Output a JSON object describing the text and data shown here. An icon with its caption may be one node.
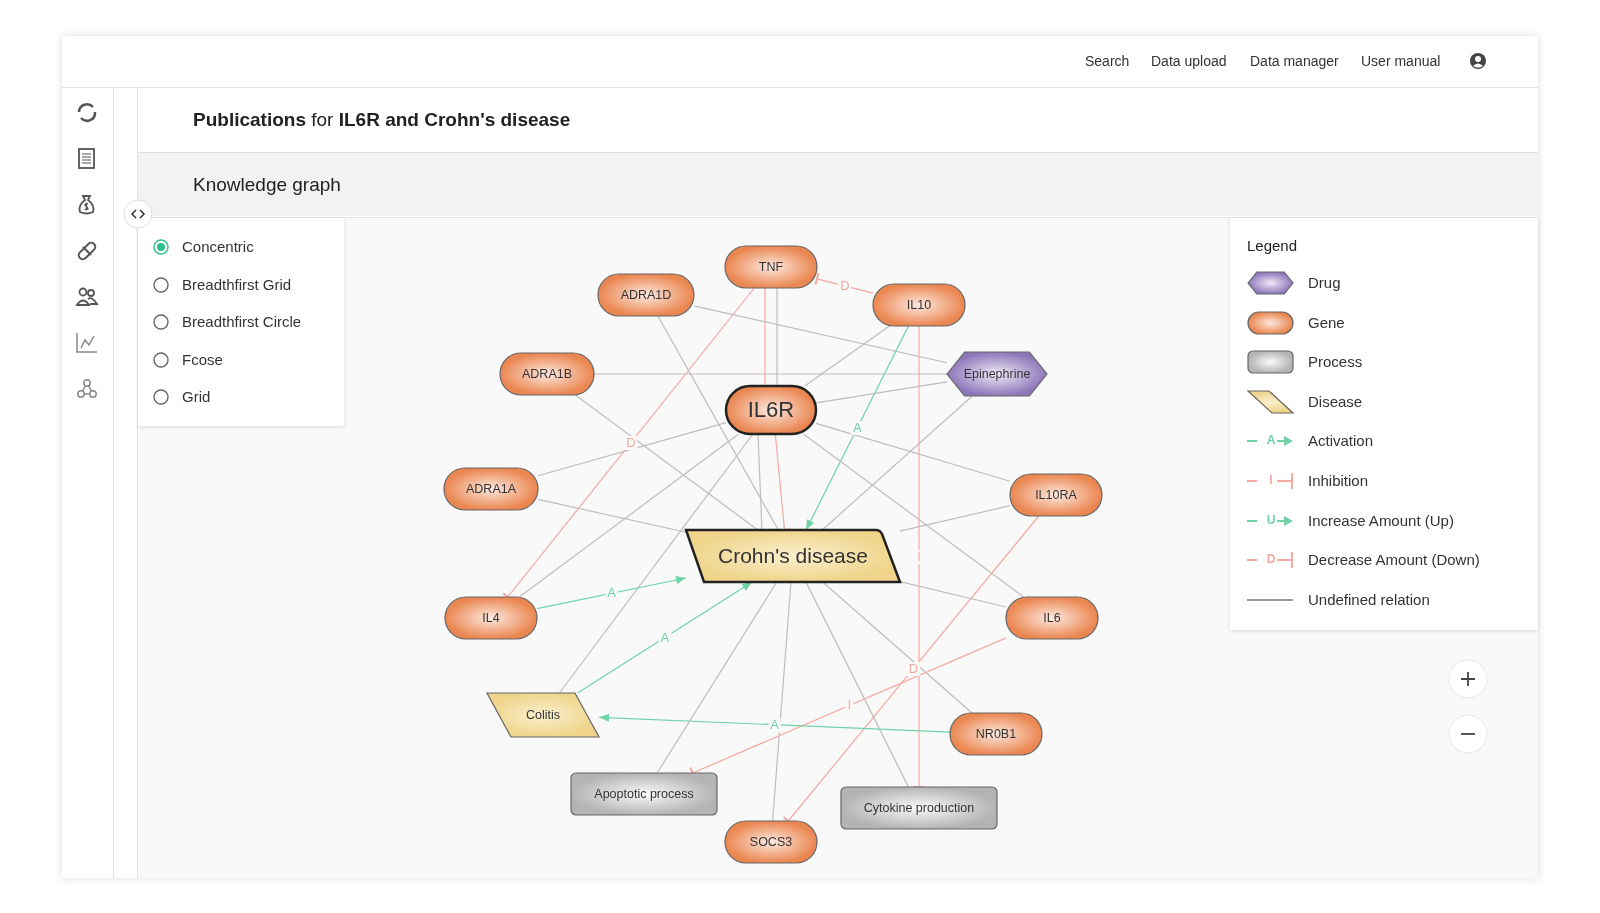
{
  "diagram": {
    "title": "**Publications** for **IL6R and Crohn's disease**",
    "nodes": [
      {
        "text": [
          "TNF"
        ]
      },
      {
        "text": [
          "ADRA1D"
        ]
      },
      {
        "text": [
          "IL10"
        ]
      },
      {
        "text": [
          "ADRA1B"
        ]
      },
      {
        "text": [
          "Epinephrine"
        ]
      },
      {
        "text": [
          "IL6R"
        ]
      },
      {
        "text": [
          "ADRA1A"
        ]
      },
      {
        "text": [
          "IL10RA"
        ]
      },
      {
        "text": [
          "Crohn's disease"
        ]
      },
      {
        "text": [
          "IL4"
        ]
      },
      {
        "text": [
          "IL6"
        ]
      },
      {
        "text": [
          "Colitis"
        ]
      },
      {
        "text": [
          "NR0B1"
        ]
      },
      {
        "text": [
          "Apoptotic process"
        ]
      },
      {
        "text": [
          "Cytokine production"
        ]
      },
      {
        "text": [
          "SOCS3"
        ]
      }
    ],
    "edges": [
      {
        "from": 0,
        "to": 5,
        "arrow": "none"
      },
      {
        "from": 0,
        "to": 5,
        "arrow": "none",
        "color": "#f5a8a0"
      },
      {
        "from": 0,
        "to": 9,
        "arrow": "other",
        "label": "D",
        "color": "#f5a8a0"
      },
      {
        "from": 2,
        "to": 0,
        "arrow": "other",
        "label": "D",
        "color": "#f5a8a0"
      },
      {
        "from": 1,
        "to": 4,
        "arrow": "none"
      },
      {
        "from": 1,
        "to": 8,
        "arrow": "none"
      },
      {
        "from": 3,
        "to": 4,
        "arrow": "none"
      },
      {
        "from": 3,
        "to": 8,
        "arrow": "none"
      },
      {
        "from": 2,
        "to": 5,
        "arrow": "none"
      },
      {
        "from": 2,
        "to": 8,
        "arrow": "to",
        "label": "A",
        "color": "#6fd3a8"
      },
      {
        "from": 2,
        "to": 14,
        "arrow": "other",
        "label": "I",
        "color": "#f5a8a0"
      },
      {
        "from": 4,
        "to": 5,
        "arrow": "none"
      },
      {
        "from": 4,
        "to": 8,
        "arrow": "none"
      },
      {
        "from": 5,
        "to": 6,
        "arrow": "none"
      },
      {
        "from": 5,
        "to": 7,
        "arrow": "none"
      },
      {
        "from": 5,
        "to": 9,
        "arrow": "none"
      },
      {
        "from": 5,
        "to": 11,
        "arrow": "none"
      },
      {
        "from": 5,
        "to": 8,
        "arrow": "none"
      },
      {
        "from": 5,
        "to": 8,
        "arrow": "other",
        "color": "#f5a8a0"
      },
      {
        "from": 5,
        "to": 10,
        "arrow": "none"
      },
      {
        "from": 6,
        "to": 8,
        "arrow": "none"
      },
      {
        "from": 7,
        "to": 8,
        "arrow": "none"
      },
      {
        "from": 7,
        "to": 15,
        "arrow": "other",
        "label": "D",
        "color": "#f5a8a0"
      },
      {
        "from": 9,
        "to": 8,
        "arrow": "to",
        "label": "A",
        "color": "#6fd3a8"
      },
      {
        "from": 11,
        "to": 8,
        "arrow": "to",
        "label": "A",
        "color": "#6fd3a8"
      },
      {
        "from": 10,
        "to": 8,
        "arrow": "none"
      },
      {
        "from": 10,
        "to": 13,
        "arrow": "other",
        "label": "I",
        "color": "#f5a8a0"
      },
      {
        "from": 12,
        "to": 11,
        "arrow": "to",
        "label": "A",
        "color": "#6fd3a8"
      },
      {
        "from": 12,
        "to": 8,
        "arrow": "none"
      },
      {
        "from": 13,
        "to": 8,
        "arrow": "none"
      },
      {
        "from": 14,
        "to": 8,
        "arrow": "none"
      },
      {
        "from": 15,
        "to": 8,
        "arrow": "none"
      }
    ],
    "labels": [
      "Search",
      "Data upload",
      "Data manager",
      "User manual",
      "Knowledge graph",
      "Concentric",
      "Breadthfirst Grid",
      "Breadthfirst Circle",
      "Fcose",
      "Grid",
      "Legend",
      "A",
      "I",
      "U",
      "D"
    ],
    "legend": [
      {
        "text": "Drug"
      },
      {
        "text": "Gene"
      },
      {
        "text": "Process"
      },
      {
        "text": "Disease"
      },
      {
        "text": "Activation"
      },
      {
        "text": "Inhibition"
      },
      {
        "text": "Increase Amount (Up)"
      },
      {
        "text": "Decrease Amount (Down)"
      },
      {
        "text": "Undefined relation"
      }
    ]
  }
}
